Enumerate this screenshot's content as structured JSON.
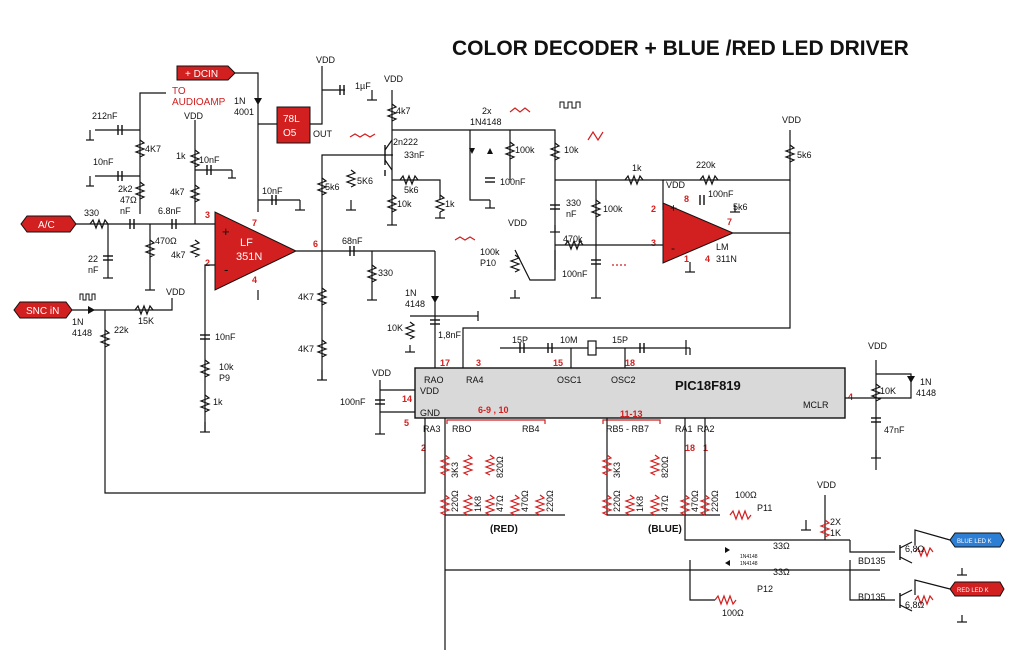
{
  "title": "COLOR DECODER + BLUE /RED LED DRIVER",
  "ic": {
    "mcu": "PIC18F819",
    "mcu_pins": {
      "ra0": "RAO",
      "ra4": "RA4",
      "osc1": "OSC1",
      "osc2": "OSC2",
      "vdd": "VDD",
      "gnd": "GND",
      "mclr": "MCLR",
      "ra3": "RA3",
      "rb0": "RBO",
      "rb4": "RB4",
      "rb5_7": "RB5 - RB7",
      "ra1": "RA1",
      "ra2": "RA2"
    },
    "mcu_pin_numbers": {
      "ra0": "17",
      "ra4": "3",
      "osc1": "15",
      "osc2": "18",
      "vdd": "14",
      "gnd": "5",
      "mclr": "4",
      "ra3": "2",
      "ra1": "18",
      "ra2": "1",
      "rb_low": "6-9 , 10",
      "rb_high": "11-13"
    },
    "opamp1": {
      "line1": "LF",
      "line2": "351N",
      "pin_plus": "3",
      "pin_minus": "2",
      "pin_out": "6",
      "pin_vp": "7",
      "pin_vn": "4"
    },
    "comparator": {
      "name": "LM",
      "part": "311N",
      "pin_plus": "3",
      "pin_minus": "2",
      "pin_out": "7",
      "pin_8": "8",
      "pin_1": "1",
      "pin_4": "4"
    },
    "regulator": {
      "line1": "78L",
      "line2": "O5",
      "out": "OUT"
    }
  },
  "connectors": {
    "dcin": "+ DCIN",
    "ac": "A/C",
    "snc": "SNC iN",
    "to_audioamp_1": "TO",
    "to_audioamp_2": "AUDIOAMP",
    "blue_led": "BLUE LED K",
    "red_led": "RED LED K"
  },
  "components": {
    "vdd": "VDD",
    "d_in4001_a": "1N",
    "d_in4001_b": "4001",
    "c_212n": "212nF",
    "r_4k7_a": "4K7",
    "c_10n_a": "10nF",
    "r_2k2": "2k2",
    "r_47": "47Ω",
    "c_nf": "nF",
    "r_330_a": "330",
    "c_6n8": "6.8nF",
    "r_470": "470Ω",
    "c_22": "22",
    "c_22nf": "nF",
    "r_1k_a": "1k",
    "c_10nf_b": "10nF",
    "r_4k7_b": "4k7",
    "r_4k7_c": "4k7",
    "c_1uf": "1µF",
    "r_4k7_d": "4k7",
    "c_10nf_c": "10nF",
    "r_5k6_a": "5k6",
    "r_5k6_b": "5K6",
    "q1": "2n222",
    "c_33n": "33nF",
    "r_5k6_c": "5k6",
    "r_10k_a": "10k",
    "r_1k_b": "1k",
    "d2x_a": "2x",
    "d2x_b": "1N4148",
    "r_100k_a": "100k",
    "c_100n_a": "100nF",
    "r_10k_b": "10k",
    "c_330": "330",
    "c_330nf": "nF",
    "r_100k_b": "100k",
    "r_1k_c": "1k",
    "r_220k": "220k",
    "c_100n_b": "100nF",
    "r_5k6_d": "5k6",
    "r_5k6_e": "5k6",
    "c_68n": "68nF",
    "r_330_b": "330",
    "p10_a": "100k",
    "p10_b": "P10",
    "r_470k": "470k",
    "c_100n_c": "100nF",
    "r_4k7_e": "4K7",
    "r_4k7_f": "4K7",
    "d_1n4148_a": "1N",
    "d_1n4148_b": "4148",
    "r_10k_c": "10K",
    "c_1n8": "1,8nF",
    "c_10n_d": "10nF",
    "p9_a": "10k",
    "p9_b": "P9",
    "r_1k_d": "1k",
    "d_snc_a": "1N",
    "d_snc_b": "4148",
    "r_15k": "15K",
    "r_22k": "22k",
    "c_15p_a": "15P",
    "xtal": "10M",
    "c_15p_b": "15P",
    "c_100n_d": "100nF",
    "r_10k_d": "10K",
    "d_mclr_a": "1N",
    "d_mclr_b": "4148",
    "c_47n": "47nF",
    "r_3k3": "3K3",
    "r_1k8": "1K8",
    "r_820": "820Ω",
    "r_470o": "470Ω",
    "r_220o": "220Ω",
    "red_group": "(RED)",
    "blue_group": "(BLUE)",
    "p11_r": "100Ω",
    "p11": "P11",
    "r_2x1k_a": "2X",
    "r_2x1k_b": "1K",
    "r_33_a": "33Ω",
    "r_33_b": "33Ω",
    "d_1n4148_small": "1N4148",
    "p12": "P12",
    "p12_r": "100Ω",
    "bd135_a": "BD135",
    "bd135_b": "BD135",
    "r_6r8_a": "6,8Ω",
    "r_6r8_b": "6,8Ω"
  }
}
